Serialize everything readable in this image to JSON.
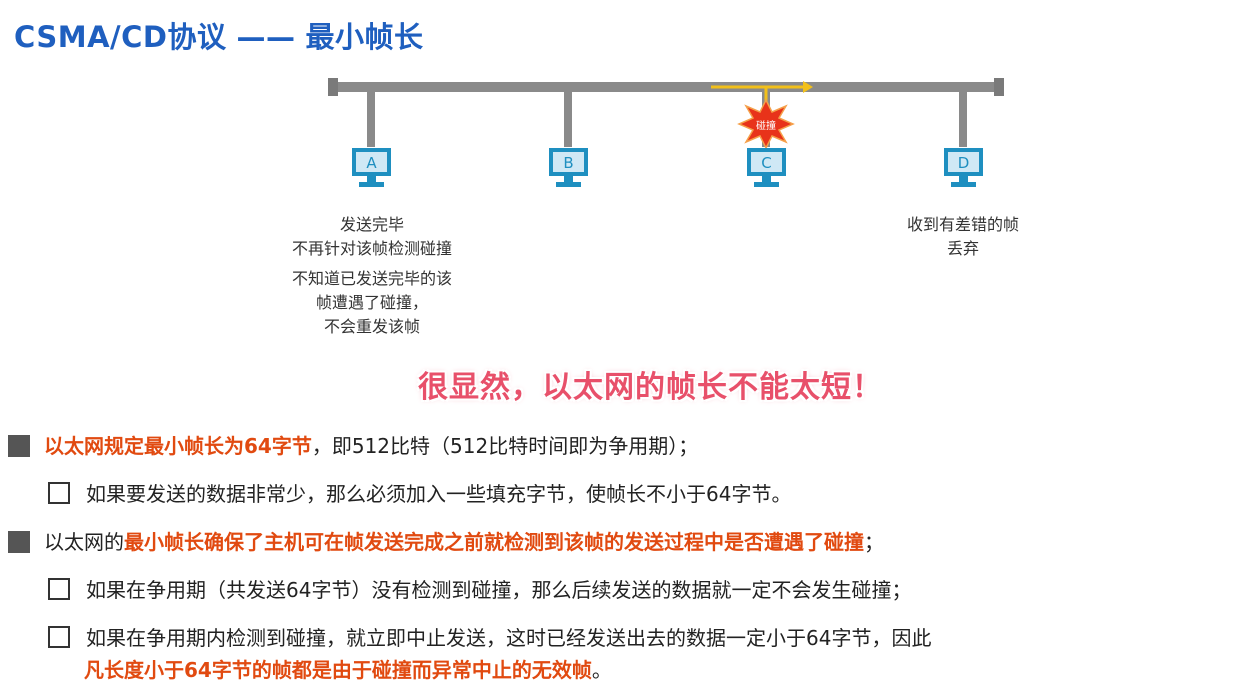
{
  "title": {
    "main": "CSMA/CD协议",
    "dash": "——",
    "sub": "最小帧长"
  },
  "diagram": {
    "stations": [
      {
        "letter": "A"
      },
      {
        "letter": "B"
      },
      {
        "letter": "C"
      },
      {
        "letter": "D"
      }
    ],
    "collision_label": "碰撞",
    "label_a": [
      "发送完毕",
      "不再针对该帧检测碰撞",
      "不知道已发送完毕的该",
      "帧遭遇了碰撞，",
      "不会重发该帧"
    ],
    "label_d": [
      "收到有差错的帧",
      "丢弃"
    ]
  },
  "callout": "很显然，以太网的帧长不能太短！",
  "bullets": {
    "b1": {
      "highlight": "以太网规定最小帧长为64字节",
      "rest": "，即512比特（512比特时间即为争用期）；"
    },
    "b1_sub1": "如果要发送的数据非常少，那么必须加入一些填充字节，使帧长不小于64字节。",
    "b2": {
      "prefix": "以太网的",
      "highlight": "最小帧长确保了主机可在帧发送完成之前就检测到该帧的发送过程中是否遭遇了碰撞",
      "suffix": "；"
    },
    "b2_sub1": "如果在争用期（共发送64字节）没有检测到碰撞，那么后续发送的数据就一定不会发生碰撞；",
    "b2_sub2": {
      "line1": "如果在争用期内检测到碰撞，就立即中止发送，这时已经发送出去的数据一定小于64字节，因此",
      "line2_highlight": "凡长度小于64字节的帧都是由于碰撞而异常中止的无效帧",
      "line2_suffix": "。"
    }
  },
  "colors": {
    "title": "#1f5fbf",
    "highlight": "#e14a10",
    "callout": "#e8506a",
    "bus": "#8a8a8a",
    "monitor": "#1e8fc0",
    "signal": "#f2c01a",
    "collision": "#e8331a"
  }
}
